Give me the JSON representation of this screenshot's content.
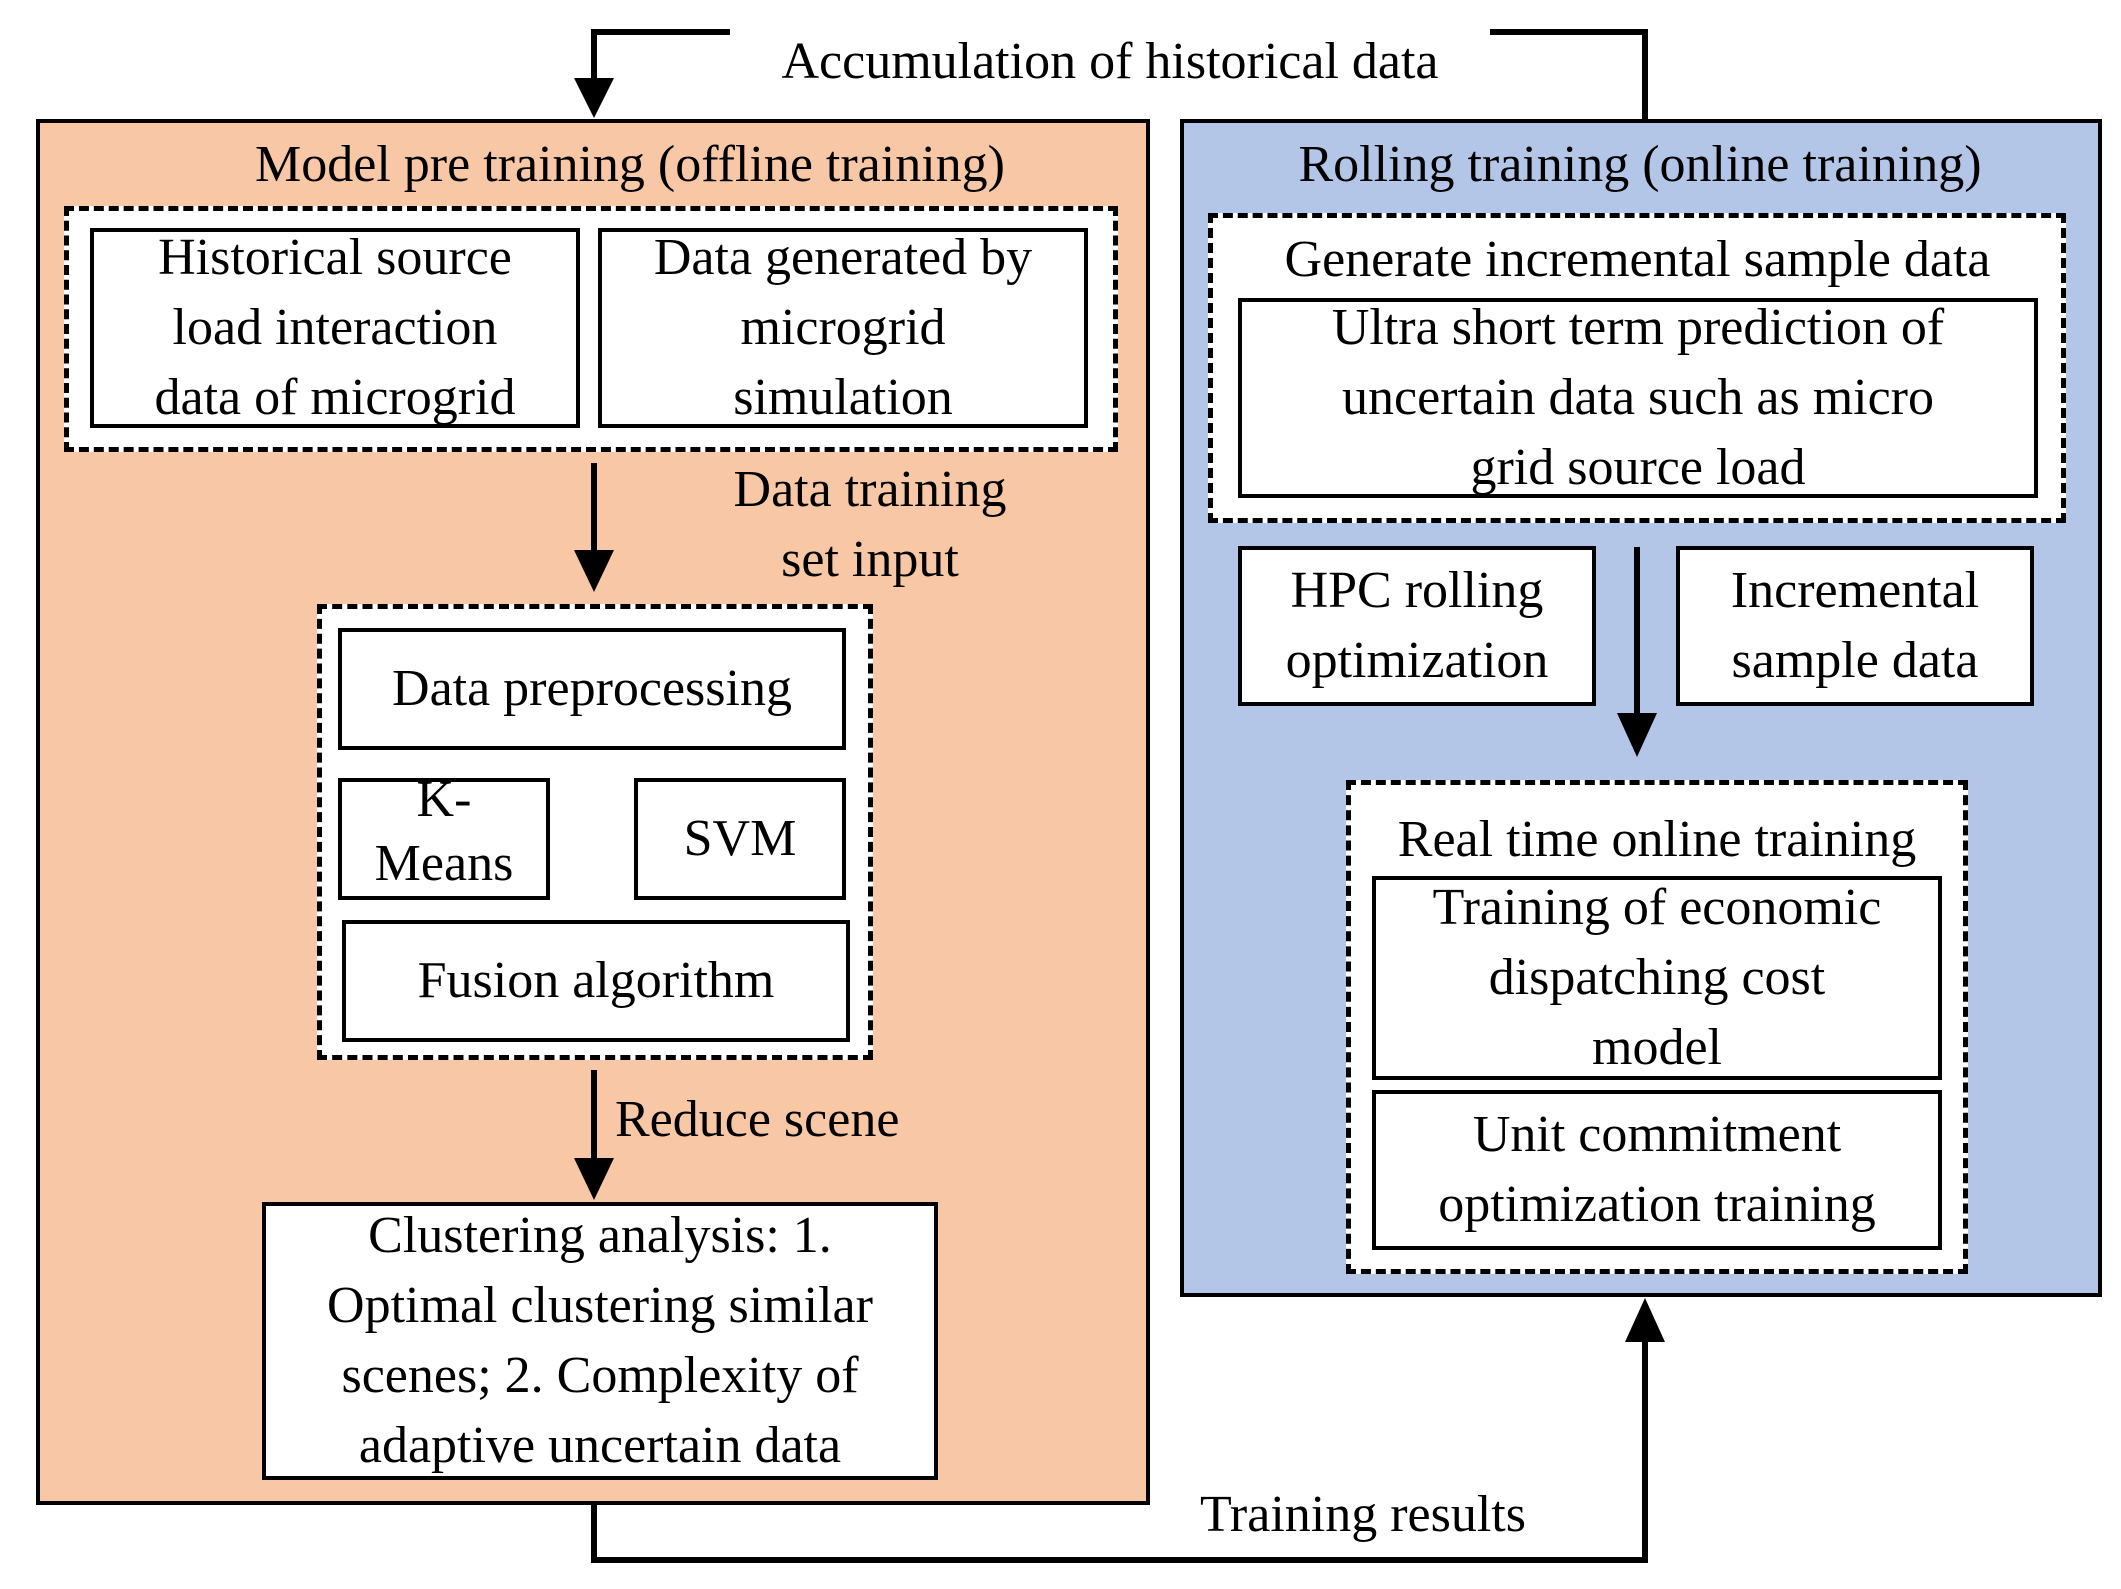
{
  "colors": {
    "offline_panel": "#f7c7a6",
    "online_panel": "#b4c6e7",
    "line": "#000000"
  },
  "labels": {
    "accumulation": "Accumulation of historical data",
    "data_training": "Data training\nset input",
    "reduce_scene": "Reduce scene",
    "training_results": "Training results"
  },
  "offline": {
    "title": "Model pre training (offline training)",
    "historical": "Historical source\nload interaction\ndata of microgrid",
    "simulation": "Data generated by\nmicrogrid\nsimulation",
    "preprocessing": "Data preprocessing",
    "kmeans": "K-\nMeans",
    "svm": "SVM",
    "fusion": "Fusion algorithm",
    "clustering": "Clustering analysis: 1.\nOptimal clustering similar\nscenes; 2. Complexity of\nadaptive uncertain data"
  },
  "online": {
    "title": "Rolling training (online training)",
    "generate": "Generate incremental sample data",
    "ultra": "Ultra short term prediction of\nuncertain data such as micro\ngrid source load",
    "hpc": "HPC rolling\noptimization",
    "incremental": "Incremental\nsample data",
    "realtime": "Real time online training",
    "economic": "Training of economic\ndispatching cost\nmodel",
    "unit": "Unit commitment\noptimization training"
  }
}
